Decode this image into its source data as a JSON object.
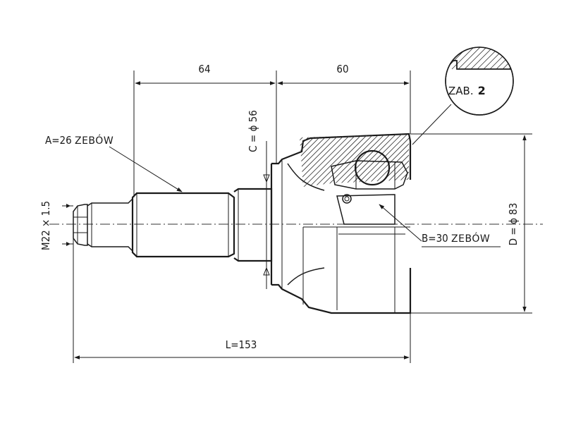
{
  "dimensions": {
    "len_left": "64",
    "len_right": "60",
    "total_length": "L=153",
    "thread": "M22 × 1.5",
    "seal_dia": "C = ϕ 56",
    "outer_dia": "D = ϕ 83"
  },
  "splines": {
    "outer_prefix": "A=26 ",
    "outer_word": "ZEBÓW",
    "inner_prefix": "B=30 ",
    "inner_word": "ZEBÓW"
  },
  "detail": {
    "label": "ZAB.",
    "number": "2"
  }
}
